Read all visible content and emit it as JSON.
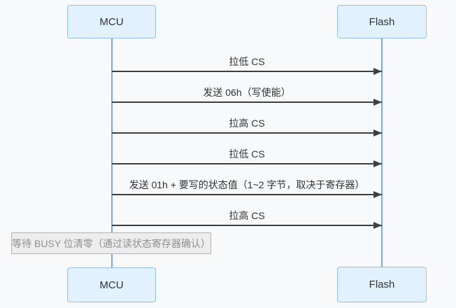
{
  "diagram": {
    "type": "sequence",
    "actors": [
      {
        "id": "mcu",
        "label": "MCU"
      },
      {
        "id": "flash",
        "label": "Flash"
      }
    ],
    "messages": [
      {
        "from": "MCU",
        "to": "Flash",
        "label": "拉低 CS"
      },
      {
        "from": "MCU",
        "to": "Flash",
        "label": "发送 06h（写使能）"
      },
      {
        "from": "MCU",
        "to": "Flash",
        "label": "拉高 CS"
      },
      {
        "from": "MCU",
        "to": "Flash",
        "label": "拉低 CS"
      },
      {
        "from": "MCU",
        "to": "Flash",
        "label": "发送 01h + 要写的状态值（1~2 字节，取决于寄存器）"
      },
      {
        "from": "MCU",
        "to": "Flash",
        "label": "拉高 CS"
      }
    ],
    "note": {
      "position": "left of MCU",
      "label": "等待 BUSY 位清零（通过读状态寄存器确认）"
    },
    "colors": {
      "background": "#f8f9fa",
      "actor_fill": "#e1f1fd",
      "actor_border": "#97c0ec",
      "lifeline": "#7ea6f0",
      "message_line": "#3f3f3f",
      "message_text": "#333333",
      "note_fill": "#ededed",
      "note_border": "#b3b3b3",
      "note_text": "#8f8f8f"
    }
  }
}
